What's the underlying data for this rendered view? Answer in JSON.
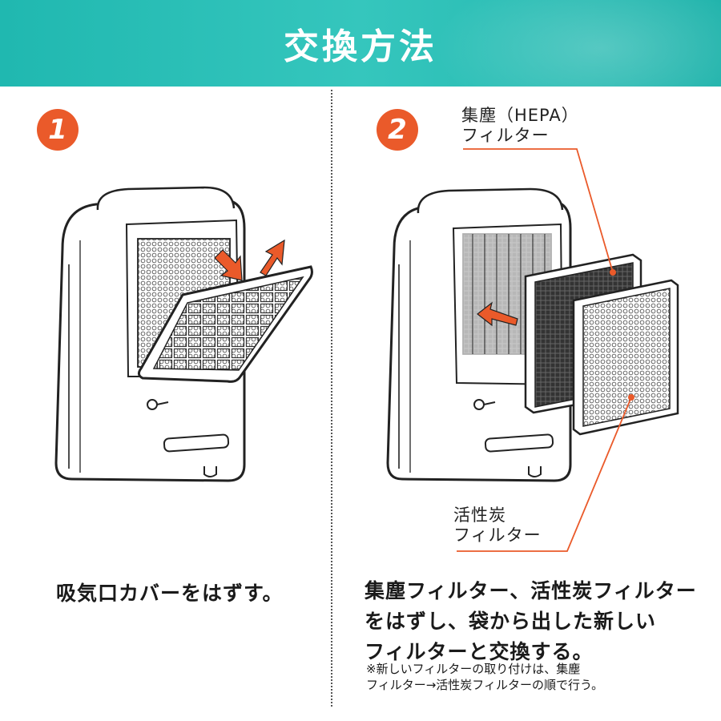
{
  "header": {
    "title": "交換方法"
  },
  "steps": [
    {
      "number": "1",
      "caption": "吸気口カバーをはずす。"
    },
    {
      "number": "2",
      "caption_lines": [
        "集塵フィルター、活性炭フィルター",
        "をはずし、袋から出した新しい",
        "フィルターと交換する。"
      ],
      "note_lines": [
        "※新しいフィルターの取り付けは、集塵",
        "フィルター→活性炭フィルターの順で行う。"
      ]
    }
  ],
  "labels": {
    "hepa_line1": "集塵（HEPA）",
    "hepa_line2": "フィルター",
    "carbon_line1": "活性炭",
    "carbon_line2": "フィルター"
  },
  "colors": {
    "header": "#2ebfb6",
    "accent": "#ea5a2a",
    "header_text": "#ffffff"
  }
}
